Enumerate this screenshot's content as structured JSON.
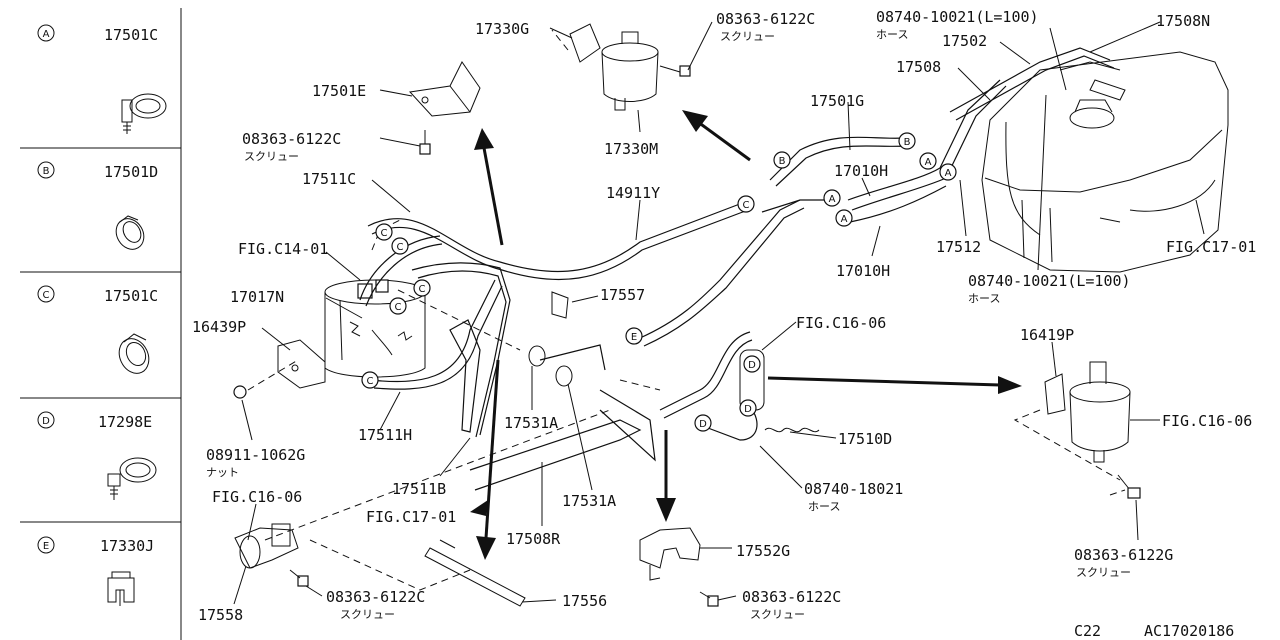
{
  "legend": [
    {
      "letter": "A",
      "part": "17501C"
    },
    {
      "letter": "B",
      "part": "17501D"
    },
    {
      "letter": "C",
      "part": "17501C"
    },
    {
      "letter": "D",
      "part": "17298E"
    },
    {
      "letter": "E",
      "part": "17330J"
    }
  ],
  "labels": {
    "p17330G": "17330G",
    "p08363_top": "08363-6122C",
    "p08363_top_sub": "スクリュー",
    "p08740_top": "08740-10021(L=100)",
    "p08740_top_sub": "ホース",
    "p17508N": "17508N",
    "p17502": "17502",
    "p17508": "17508",
    "p17501E": "17501E",
    "p08363_left": "08363-6122C",
    "p08363_left_sub": "スクリュー",
    "p17501G": "17501G",
    "p17330M": "17330M",
    "p17511C": "17511C",
    "p14911Y": "14911Y",
    "p17010H_a": "17010H",
    "p17512": "17512",
    "pFIGC1701_r": "FIG.C17-01",
    "pFIGC1401": "FIG.C14-01",
    "p17010H_b": "17010H",
    "p08740_mid": "08740-10021(L=100)",
    "p08740_mid_sub": "ホース",
    "p17017N": "17017N",
    "p17557": "17557",
    "p16439P": "16439P",
    "pFIGC1606_a": "FIG.C16-06",
    "p16419P": "16419P",
    "p17531A_a": "17531A",
    "p17510D": "17510D",
    "pFIGC1606_r": "FIG.C16-06",
    "p17511H": "17511H",
    "p08911": "08911-1062G",
    "p08911_sub": "ナット",
    "p17511B": "17511B",
    "p17531A_b": "17531A",
    "p08740_bot": "08740-18021",
    "p08740_bot_sub": "ホース",
    "pFIGC1606_b": "FIG.C16-06",
    "pFIGC1701_b": "FIG.C17-01",
    "p17508R": "17508R",
    "p17552G": "17552G",
    "p08363_r": "08363-6122G",
    "p08363_r_sub": "スクリュー",
    "p17558": "17558",
    "p08363_b1": "08363-6122C",
    "p08363_b1_sub": "スクリュー",
    "p17556": "17556",
    "p08363_b2": "08363-6122C",
    "p08363_b2_sub": "スクリュー",
    "pageC22": "C22",
    "pageCode": "AC17020186"
  },
  "callouts": {
    "A": "A",
    "B": "B",
    "C": "C",
    "D": "D",
    "E": "E"
  }
}
